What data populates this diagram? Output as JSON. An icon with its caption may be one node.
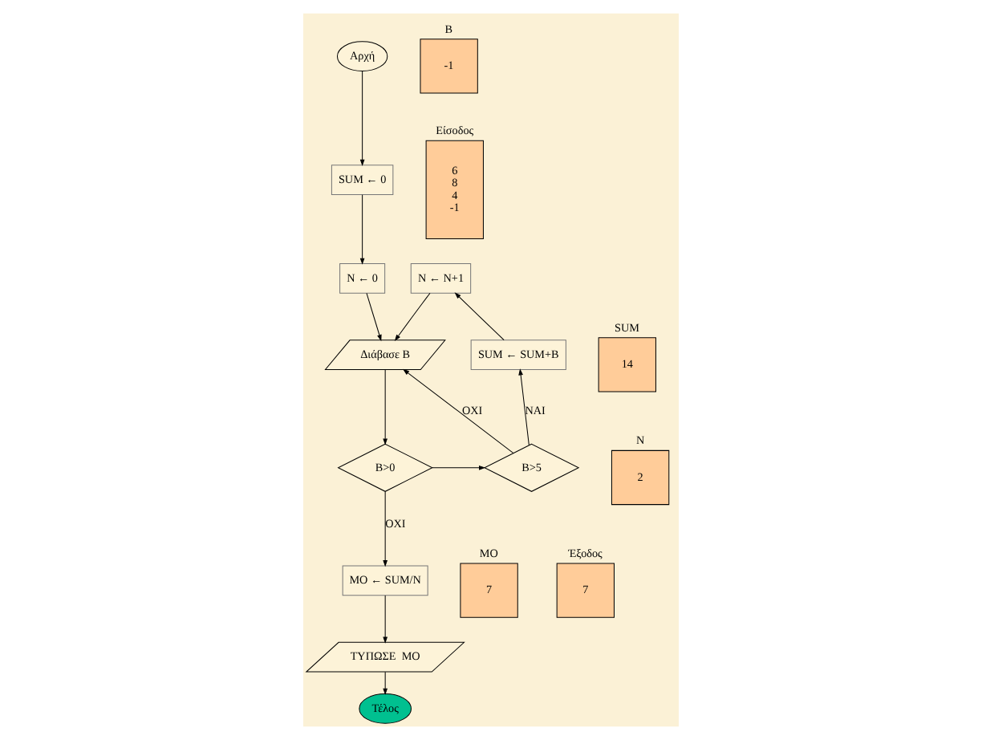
{
  "diagram": {
    "nodes": [
      {
        "text": [
          "Αρχή"
        ]
      },
      {
        "text": [
          "Είσοδος",
          "6",
          "8",
          "4",
          "-1"
        ]
      },
      {
        "text": [
          "B",
          "-1"
        ]
      },
      {
        "text": [
          "SUM ← 0"
        ]
      },
      {
        "text": [
          "N ← 0"
        ]
      },
      {
        "text": [
          "N ← N+1"
        ]
      },
      {
        "text": [
          "SUM",
          "14"
        ]
      },
      {
        "text": [
          "Διάβασε B"
        ]
      },
      {
        "text": [
          "SUM ← SUM+B"
        ]
      },
      {
        "text": [
          "N",
          "2"
        ]
      },
      {
        "text": [
          "B>0"
        ]
      },
      {
        "text": [
          "B>5"
        ]
      },
      {
        "text": [
          "MO",
          "7"
        ]
      },
      {
        "text": [
          "Έξοδος",
          "7"
        ]
      },
      {
        "text": [
          "MO ← SUM/N"
        ]
      },
      {
        "text": [
          "ΤΥΠΩΣΕ  ΜΟ"
        ]
      },
      {
        "text": [
          "Τέλος"
        ]
      }
    ],
    "edges": [
      {
        "from": 0,
        "to": 3,
        "arrow": "to"
      },
      {
        "from": 3,
        "to": 4,
        "arrow": "to"
      },
      {
        "from": 4,
        "to": 7,
        "arrow": "to"
      },
      {
        "from": 7,
        "to": 10,
        "arrow": "to"
      },
      {
        "from": 10,
        "to": 11,
        "arrow": "to"
      },
      {
        "from": 11,
        "to": 8,
        "arrow": "to",
        "label": "NAI"
      },
      {
        "from": 8,
        "to": 5,
        "arrow": "to"
      },
      {
        "from": 5,
        "to": 7,
        "arrow": "to"
      },
      {
        "from": 11,
        "to": 7,
        "arrow": "to",
        "label": "OXI"
      },
      {
        "from": 10,
        "to": 14,
        "arrow": "to",
        "label": "OXI"
      },
      {
        "from": 14,
        "to": 15,
        "arrow": "to"
      },
      {
        "from": 15,
        "to": 16,
        "arrow": "to"
      }
    ]
  }
}
